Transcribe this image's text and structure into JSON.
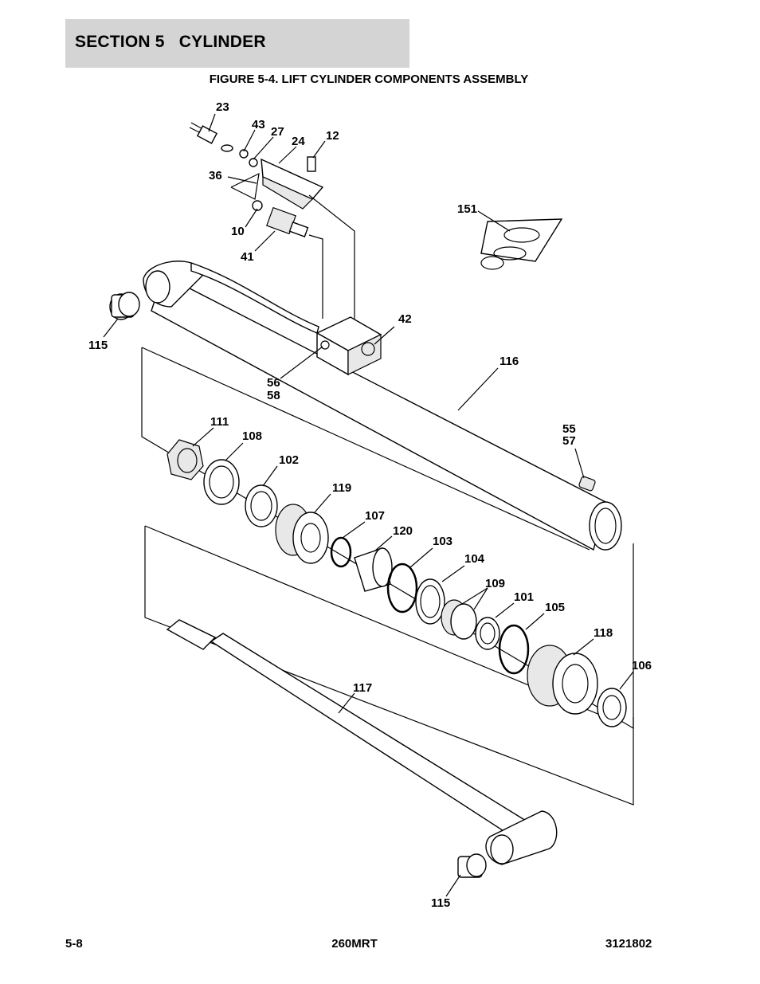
{
  "header": {
    "section_title": "SECTION 5   CYLINDER"
  },
  "figure": {
    "title": "FIGURE 5-4. LIFT CYLINDER COMPONENTS ASSEMBLY",
    "callouts": [
      "23",
      "43",
      "27",
      "24",
      "12",
      "36",
      "10",
      "41",
      "151",
      "42",
      "115",
      "56",
      "58",
      "116",
      "111",
      "108",
      "55",
      "57",
      "102",
      "119",
      "107",
      "120",
      "103",
      "104",
      "109",
      "101",
      "105",
      "118",
      "106",
      "117",
      "115"
    ]
  },
  "footer": {
    "page_number": "5-8",
    "model": "260MRT",
    "doc_number": "3121802"
  }
}
